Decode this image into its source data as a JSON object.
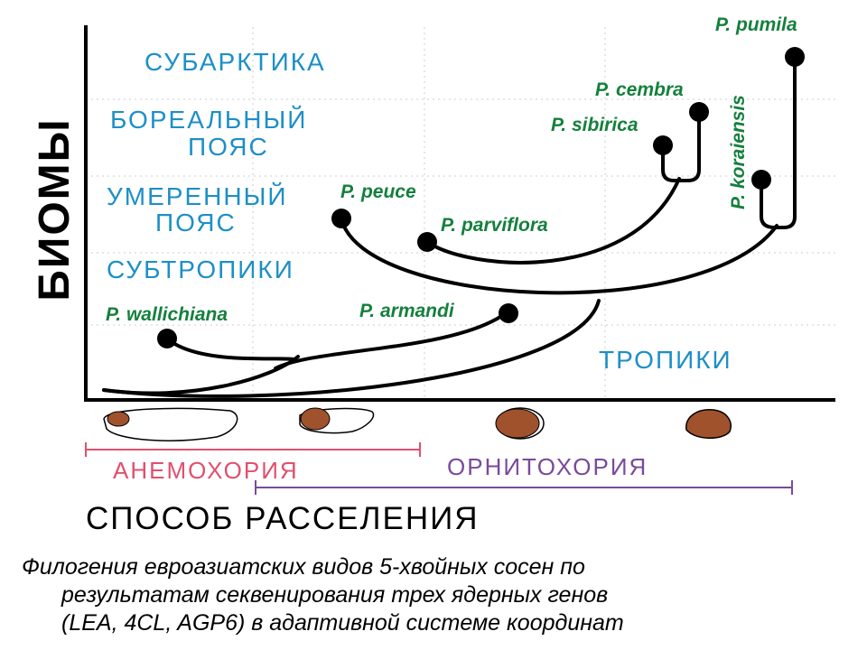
{
  "diagram": {
    "y_axis_label": "БИОМЫ",
    "x_axis_label": "СПОСОБ РАССЕЛЕНИЯ",
    "biomes": [
      "СУБАРКТИКА",
      "БОРЕАЛЬНЫЙ",
      "ПОЯС",
      "УМЕРЕННЫЙ",
      "ПОЯС",
      "СУБТРОПИКИ",
      "ТРОПИКИ"
    ],
    "species": {
      "pumila": "P. pumila",
      "cembra": "P. cembra",
      "sibirica": "P. sibirica",
      "koraiensis": "P. koraiensis",
      "peuce": "P. peuce",
      "parviflora": "P. parviflora",
      "armandi": "P. armandi",
      "wallichiana": "P. wallichiana"
    },
    "dispersal": {
      "anemochory": "АНЕМОХОРИЯ",
      "ornithochory": "ОРНИТОХОРИЯ"
    },
    "colors": {
      "biome_text": "#1d8fc7",
      "species_text": "#15803d",
      "anemochory": "#e0506e",
      "ornithochory": "#7a4a9a",
      "seed": "#a0522d",
      "tree": "#000000"
    }
  },
  "caption": {
    "line1": "Филогения евроазиатских видов 5-хвойных сосен по",
    "line2": "результатам секвенирования трех ядерных генов",
    "line3": "(LEA, 4CL, AGP6) в адаптивной системе координат"
  }
}
